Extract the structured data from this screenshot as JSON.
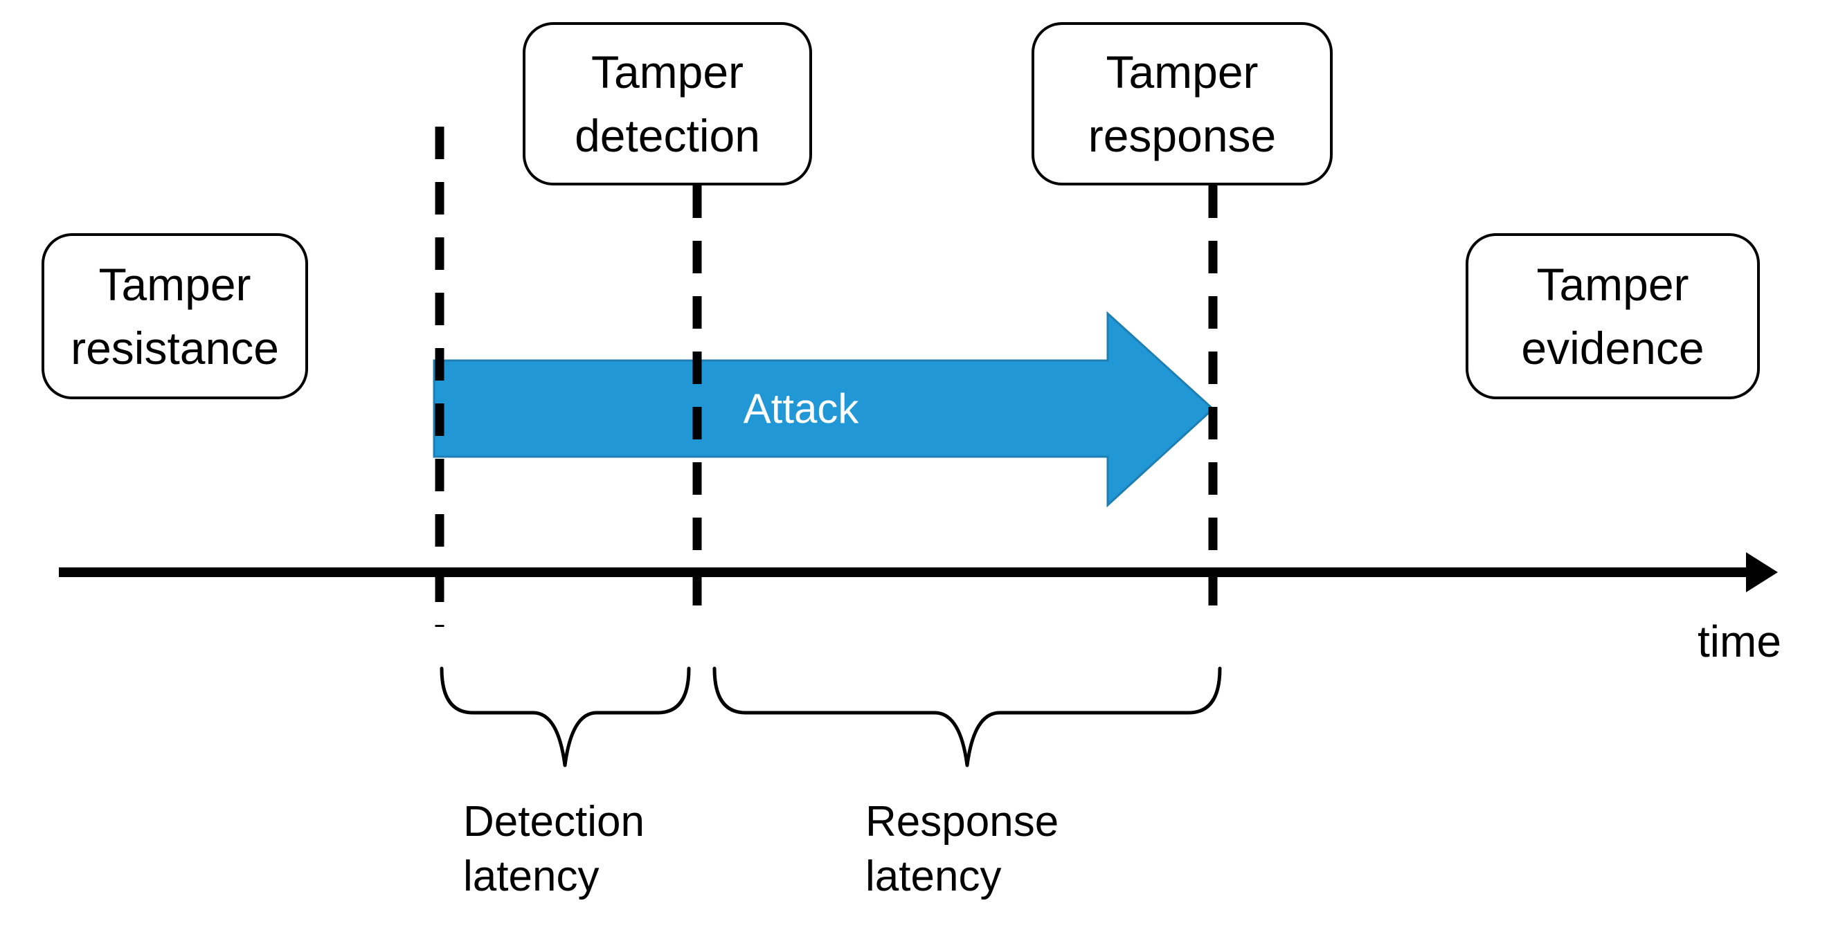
{
  "figure": {
    "boxes": {
      "resistance": {
        "line1": "Tamper",
        "line2": "resistance"
      },
      "detection": {
        "line1": "Tamper",
        "line2": "detection"
      },
      "response": {
        "line1": "Tamper",
        "line2": "response"
      },
      "evidence": {
        "line1": "Tamper",
        "line2": "evidence"
      }
    },
    "attack_label": "Attack",
    "axis_label": "time",
    "latency_labels": {
      "detection": {
        "line1": "Detection",
        "line2": "latency"
      },
      "response": {
        "line1": "Response",
        "line2": "latency"
      }
    },
    "colors": {
      "attack_fill": "#2297d6",
      "attack_stroke": "#1d7eb3",
      "line": "#000000",
      "box_fill": "#ffffff"
    }
  }
}
